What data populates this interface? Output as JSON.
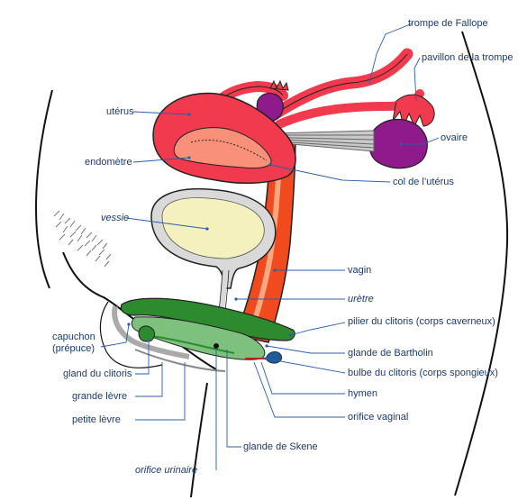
{
  "labels": {
    "trompe": "trompe de Fallope",
    "pavillon": "pavillon de la trompe",
    "uterus": "utérus",
    "ovaire": "ovaire",
    "endometre": "endomètre",
    "col": "col de l’utérus",
    "vessie": "vessie",
    "vagin": "vagin",
    "uretre": "urètre",
    "pilier": "pilier du clitoris (corps caverneux)",
    "capuchon_1": "capuchon",
    "capuchon_2": "(prépuce)",
    "bartholin": "glande de Bartholin",
    "gland": "gland du clitoris",
    "bulbe": "bulbe du clitoris (corps spongieux)",
    "grande_levre": "grande lèvre",
    "hymen": "hymen",
    "petite_levre": "petite lèvre",
    "orifice_vaginal": "orifice vaginal",
    "skene": "glande de Skene",
    "orifice_urinaire": "orifice urinaire"
  },
  "colors": {
    "uterus": "#f23a4e",
    "endometrium": "#f8907a",
    "ovary": "#8e1a8c",
    "bladder": "#d9d9d9",
    "urine": "#f4f1bf",
    "vagina": "#f04a1e",
    "clitoris": "#2e8a2e",
    "bulb": "#7ec07e",
    "leader": "#2a5fa8",
    "text": "#1a3a6e"
  }
}
